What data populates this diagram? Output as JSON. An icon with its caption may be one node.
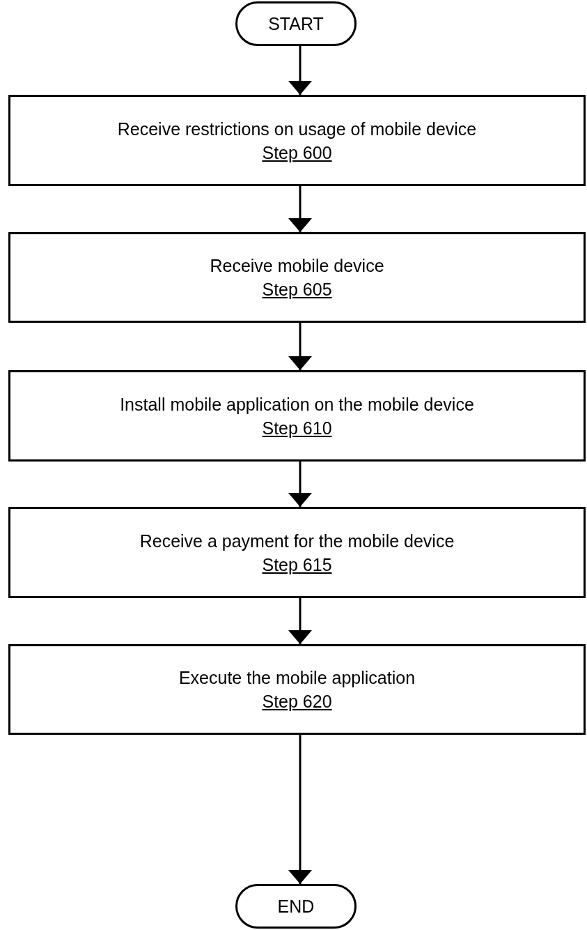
{
  "diagram": {
    "nodes": [
      {
        "text": [
          "START"
        ]
      },
      {
        "text": [
          "Receive restrictions on usage of mobile device",
          "Step 600"
        ]
      },
      {
        "text": [
          "Receive mobile device",
          "Step 605"
        ]
      },
      {
        "text": [
          "Install mobile application on the mobile device",
          "Step 610"
        ]
      },
      {
        "text": [
          "Receive a payment for the mobile device",
          "Step 615"
        ]
      },
      {
        "text": [
          "Execute the mobile application",
          "Step 620"
        ]
      },
      {
        "text": [
          "END"
        ]
      }
    ],
    "edges": [
      {
        "from": 0,
        "to": 1,
        "arrow": "to"
      },
      {
        "from": 1,
        "to": 2,
        "arrow": "to"
      },
      {
        "from": 2,
        "to": 3,
        "arrow": "to"
      },
      {
        "from": 3,
        "to": 4,
        "arrow": "to"
      },
      {
        "from": 4,
        "to": 5,
        "arrow": "to"
      },
      {
        "from": 5,
        "to": 6,
        "arrow": "to"
      }
    ]
  }
}
